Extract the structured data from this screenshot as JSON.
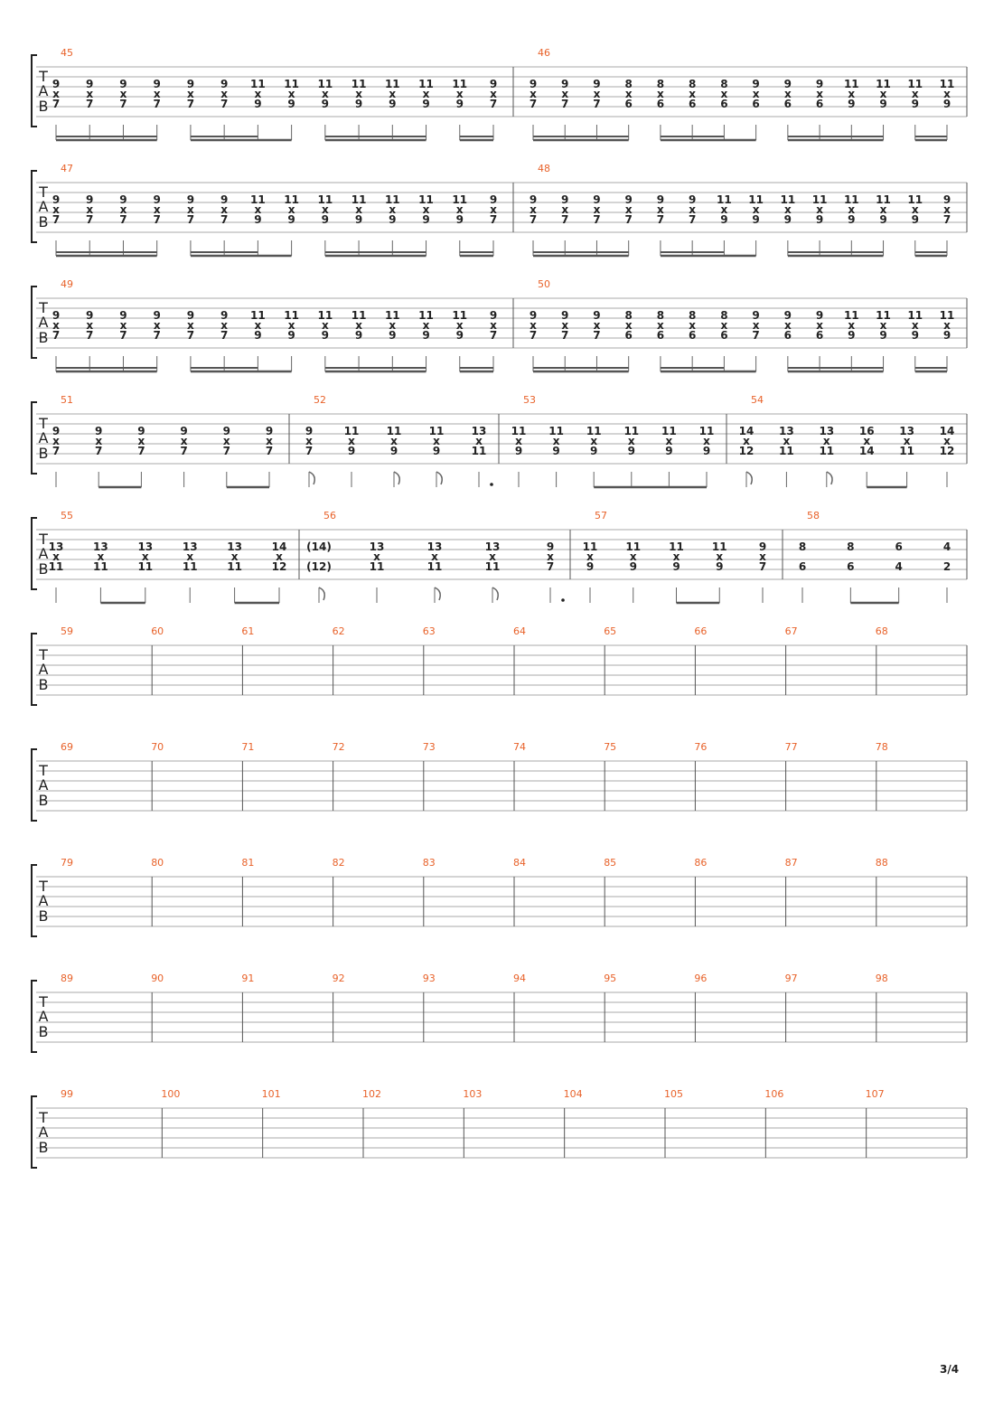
{
  "page": {
    "number": "3/4"
  },
  "clef": {
    "t": "T",
    "a": "A",
    "b": "B"
  },
  "systems": [
    {
      "measures": [
        {
          "number": "45",
          "beats": [
            {
              "s2": "9",
              "s3": "x",
              "s4": "7",
              "stem": "beam8"
            },
            {
              "s2": "9",
              "s3": "x",
              "s4": "7",
              "stem": "beam16"
            },
            {
              "s2": "9",
              "s3": "x",
              "s4": "7",
              "stem": "beam16"
            },
            {
              "s2": "9",
              "s3": "x",
              "s4": "7",
              "stem": "beam16"
            },
            {
              "s2": "9",
              "s3": "x",
              "s4": "7",
              "stem": "beam16"
            },
            {
              "s2": "9",
              "s3": "x",
              "s4": "7",
              "stem": "beam16"
            },
            {
              "s2": "11",
              "s3": "x",
              "s4": "9",
              "stem": "beam16"
            },
            {
              "s2": "11",
              "s3": "x",
              "s4": "9",
              "stem": "beam8"
            },
            {
              "s2": "11",
              "s3": "x",
              "s4": "9",
              "stem": "beam16"
            },
            {
              "s2": "11",
              "s3": "x",
              "s4": "9",
              "stem": "beam16"
            },
            {
              "s2": "11",
              "s3": "x",
              "s4": "9",
              "stem": "beam16"
            },
            {
              "s2": "11",
              "s3": "x",
              "s4": "9",
              "stem": "beam16"
            },
            {
              "s2": "11",
              "s3": "x",
              "s4": "9",
              "stem": "beam16"
            },
            {
              "s2": "9",
              "s3": "x",
              "s4": "7",
              "stem": "beam16"
            }
          ]
        },
        {
          "number": "46",
          "beats": [
            {
              "s2": "9",
              "s3": "x",
              "s4": "7",
              "stem": "beam8"
            },
            {
              "s2": "9",
              "s3": "x",
              "s4": "7",
              "stem": "beam16"
            },
            {
              "s2": "9",
              "s3": "x",
              "s4": "7",
              "stem": "beam16"
            },
            {
              "s2": "8",
              "s3": "x",
              "s4": "6",
              "stem": "beam16"
            },
            {
              "s2": "8",
              "s3": "x",
              "s4": "6",
              "stem": "beam16"
            },
            {
              "s2": "8",
              "s3": "x",
              "s4": "6",
              "stem": "beam16"
            },
            {
              "s2": "8",
              "s3": "x",
              "s4": "6",
              "stem": "beam16"
            },
            {
              "s2": "9",
              "s3": "x",
              "s4": "6",
              "stem": "beam8"
            },
            {
              "s2": "9",
              "s3": "x",
              "s4": "6",
              "stem": "beam16"
            },
            {
              "s2": "9",
              "s3": "x",
              "s4": "6",
              "stem": "beam16"
            },
            {
              "s2": "11",
              "s3": "x",
              "s4": "9",
              "stem": "beam16"
            },
            {
              "s2": "11",
              "s3": "x",
              "s4": "9",
              "stem": "beam16"
            },
            {
              "s2": "11",
              "s3": "x",
              "s4": "9",
              "stem": "beam16"
            },
            {
              "s2": "11",
              "s3": "x",
              "s4": "9",
              "stem": "beam16"
            }
          ]
        }
      ]
    },
    {
      "measures": [
        {
          "number": "47",
          "beats": [
            {
              "s2": "9",
              "s3": "x",
              "s4": "7",
              "stem": "beam8"
            },
            {
              "s2": "9",
              "s3": "x",
              "s4": "7",
              "stem": "beam16"
            },
            {
              "s2": "9",
              "s3": "x",
              "s4": "7",
              "stem": "beam16"
            },
            {
              "s2": "9",
              "s3": "x",
              "s4": "7",
              "stem": "beam16"
            },
            {
              "s2": "9",
              "s3": "x",
              "s4": "7",
              "stem": "beam16"
            },
            {
              "s2": "9",
              "s3": "x",
              "s4": "7",
              "stem": "beam16"
            },
            {
              "s2": "11",
              "s3": "x",
              "s4": "9",
              "stem": "beam16"
            },
            {
              "s2": "11",
              "s3": "x",
              "s4": "9",
              "stem": "beam8"
            },
            {
              "s2": "11",
              "s3": "x",
              "s4": "9",
              "stem": "beam16"
            },
            {
              "s2": "11",
              "s3": "x",
              "s4": "9",
              "stem": "beam16"
            },
            {
              "s2": "11",
              "s3": "x",
              "s4": "9",
              "stem": "beam16"
            },
            {
              "s2": "11",
              "s3": "x",
              "s4": "9",
              "stem": "beam16"
            },
            {
              "s2": "11",
              "s3": "x",
              "s4": "9",
              "stem": "beam16"
            },
            {
              "s2": "9",
              "s3": "x",
              "s4": "7",
              "stem": "beam16"
            }
          ]
        },
        {
          "number": "48",
          "beats": [
            {
              "s2": "9",
              "s3": "x",
              "s4": "7",
              "stem": "beam8"
            },
            {
              "s2": "9",
              "s3": "x",
              "s4": "7",
              "stem": "beam16"
            },
            {
              "s2": "9",
              "s3": "x",
              "s4": "7",
              "stem": "beam16"
            },
            {
              "s2": "9",
              "s3": "x",
              "s4": "7",
              "stem": "beam16"
            },
            {
              "s2": "9",
              "s3": "x",
              "s4": "7",
              "stem": "beam16"
            },
            {
              "s2": "9",
              "s3": "x",
              "s4": "7",
              "stem": "beam16"
            },
            {
              "s2": "11",
              "s3": "x",
              "s4": "9",
              "stem": "beam16"
            },
            {
              "s2": "11",
              "s3": "x",
              "s4": "9",
              "stem": "beam8"
            },
            {
              "s2": "11",
              "s3": "x",
              "s4": "9",
              "stem": "beam16"
            },
            {
              "s2": "11",
              "s3": "x",
              "s4": "9",
              "stem": "beam16"
            },
            {
              "s2": "11",
              "s3": "x",
              "s4": "9",
              "stem": "beam16"
            },
            {
              "s2": "11",
              "s3": "x",
              "s4": "9",
              "stem": "beam16"
            },
            {
              "s2": "11",
              "s3": "x",
              "s4": "9",
              "stem": "beam16"
            },
            {
              "s2": "9",
              "s3": "x",
              "s4": "7",
              "stem": "beam16"
            }
          ]
        }
      ]
    },
    {
      "measures": [
        {
          "number": "49",
          "beats": [
            {
              "s2": "9",
              "s3": "x",
              "s4": "7",
              "stem": "beam8"
            },
            {
              "s2": "9",
              "s3": "x",
              "s4": "7",
              "stem": "beam16"
            },
            {
              "s2": "9",
              "s3": "x",
              "s4": "7",
              "stem": "beam16"
            },
            {
              "s2": "9",
              "s3": "x",
              "s4": "7",
              "stem": "beam16"
            },
            {
              "s2": "9",
              "s3": "x",
              "s4": "7",
              "stem": "beam16"
            },
            {
              "s2": "9",
              "s3": "x",
              "s4": "7",
              "stem": "beam16"
            },
            {
              "s2": "11",
              "s3": "x",
              "s4": "9",
              "stem": "beam16"
            },
            {
              "s2": "11",
              "s3": "x",
              "s4": "9",
              "stem": "beam8"
            },
            {
              "s2": "11",
              "s3": "x",
              "s4": "9",
              "stem": "beam16"
            },
            {
              "s2": "11",
              "s3": "x",
              "s4": "9",
              "stem": "beam16"
            },
            {
              "s2": "11",
              "s3": "x",
              "s4": "9",
              "stem": "beam16"
            },
            {
              "s2": "11",
              "s3": "x",
              "s4": "9",
              "stem": "beam16"
            },
            {
              "s2": "11",
              "s3": "x",
              "s4": "9",
              "stem": "beam16"
            },
            {
              "s2": "9",
              "s3": "x",
              "s4": "7",
              "stem": "beam16"
            }
          ]
        },
        {
          "number": "50",
          "beats": [
            {
              "s2": "9",
              "s3": "x",
              "s4": "7",
              "stem": "beam8"
            },
            {
              "s2": "9",
              "s3": "x",
              "s4": "7",
              "stem": "beam16"
            },
            {
              "s2": "9",
              "s3": "x",
              "s4": "7",
              "stem": "beam16"
            },
            {
              "s2": "8",
              "s3": "x",
              "s4": "6",
              "stem": "beam16"
            },
            {
              "s2": "8",
              "s3": "x",
              "s4": "6",
              "stem": "beam16"
            },
            {
              "s2": "8",
              "s3": "x",
              "s4": "6",
              "stem": "beam16"
            },
            {
              "s2": "8",
              "s3": "x",
              "s4": "6",
              "stem": "beam16"
            },
            {
              "s2": "9",
              "s3": "x",
              "s4": "7",
              "stem": "beam8"
            },
            {
              "s2": "9",
              "s3": "x",
              "s4": "6",
              "stem": "beam16"
            },
            {
              "s2": "9",
              "s3": "x",
              "s4": "6",
              "stem": "beam16"
            },
            {
              "s2": "11",
              "s3": "x",
              "s4": "9",
              "stem": "beam16"
            },
            {
              "s2": "11",
              "s3": "x",
              "s4": "9",
              "stem": "beam16"
            },
            {
              "s2": "11",
              "s3": "x",
              "s4": "9",
              "stem": "beam16"
            },
            {
              "s2": "11",
              "s3": "x",
              "s4": "9",
              "stem": "beam16"
            }
          ]
        }
      ]
    },
    {
      "measures": [
        {
          "number": "51",
          "beats": [
            {
              "s2": "9",
              "s3": "x",
              "s4": "7",
              "stem": "q"
            },
            {
              "s2": "9",
              "s3": "x",
              "s4": "7",
              "stem": "beam8"
            },
            {
              "s2": "9",
              "s3": "x",
              "s4": "7",
              "stem": "beam8"
            },
            {
              "s2": "9",
              "s3": "x",
              "s4": "7",
              "stem": "q"
            },
            {
              "s2": "9",
              "s3": "x",
              "s4": "7",
              "stem": "beam8"
            },
            {
              "s2": "9",
              "s3": "x",
              "s4": "7",
              "stem": "beam8"
            }
          ]
        },
        {
          "number": "52",
          "beats": [
            {
              "s2": "9",
              "s3": "x",
              "s4": "7",
              "stem": "flag"
            },
            {
              "s2": "11",
              "s3": "x",
              "s4": "9",
              "stem": "q"
            },
            {
              "s2": "11",
              "s3": "x",
              "s4": "9",
              "stem": "flag"
            },
            {
              "s2": "11",
              "s3": "x",
              "s4": "9",
              "stem": "flag"
            },
            {
              "s2": "13",
              "s3": "x",
              "s4": "11",
              "stem": "dot"
            }
          ]
        },
        {
          "number": "53",
          "beats": [
            {
              "s2": "11",
              "s3": "x",
              "s4": "9",
              "stem": "q"
            },
            {
              "s2": "11",
              "s3": "x",
              "s4": "9",
              "stem": "q"
            },
            {
              "s2": "11",
              "s3": "x",
              "s4": "9",
              "stem": "beam8"
            },
            {
              "s2": "11",
              "s3": "x",
              "s4": "9",
              "stem": "beam8"
            },
            {
              "s2": "11",
              "s3": "x",
              "s4": "9",
              "stem": "beam8"
            },
            {
              "s2": "11",
              "s3": "x",
              "s4": "9",
              "stem": "beam8"
            }
          ]
        },
        {
          "number": "54",
          "beats": [
            {
              "s2": "14",
              "s3": "x",
              "s4": "12",
              "stem": "flag"
            },
            {
              "s2": "13",
              "s3": "x",
              "s4": "11",
              "stem": "q"
            },
            {
              "s2": "13",
              "s3": "x",
              "s4": "11",
              "stem": "flag"
            },
            {
              "s2": "16",
              "s3": "x",
              "s4": "14",
              "stem": "beam8"
            },
            {
              "s2": "13",
              "s3": "x",
              "s4": "11",
              "stem": "beam8"
            },
            {
              "s2": "14",
              "s3": "x",
              "s4": "12",
              "stem": "q"
            }
          ]
        }
      ]
    },
    {
      "measures": [
        {
          "number": "55",
          "beats": [
            {
              "s2": "13",
              "s3": "x",
              "s4": "11",
              "stem": "q"
            },
            {
              "s2": "13",
              "s3": "x",
              "s4": "11",
              "stem": "beam8"
            },
            {
              "s2": "13",
              "s3": "x",
              "s4": "11",
              "stem": "beam8"
            },
            {
              "s2": "13",
              "s3": "x",
              "s4": "11",
              "stem": "q"
            },
            {
              "s2": "13",
              "s3": "x",
              "s4": "11",
              "stem": "beam8"
            },
            {
              "s2": "14",
              "s3": "x",
              "s4": "12",
              "stem": "beam8"
            }
          ]
        },
        {
          "number": "56",
          "beats": [
            {
              "s2": "(14)",
              "s3": "",
              "s4": "(12)",
              "stem": "flag"
            },
            {
              "s2": "13",
              "s3": "x",
              "s4": "11",
              "stem": "q"
            },
            {
              "s2": "13",
              "s3": "x",
              "s4": "11",
              "stem": "flag"
            },
            {
              "s2": "13",
              "s3": "x",
              "s4": "11",
              "stem": "flag"
            },
            {
              "s2": "9",
              "s3": "x",
              "s4": "7",
              "stem": "dot"
            }
          ]
        },
        {
          "number": "57",
          "beats": [
            {
              "s2": "11",
              "s3": "x",
              "s4": "9",
              "stem": "q"
            },
            {
              "s2": "11",
              "s3": "x",
              "s4": "9",
              "stem": "q"
            },
            {
              "s2": "11",
              "s3": "x",
              "s4": "9",
              "stem": "beam8"
            },
            {
              "s2": "11",
              "s3": "x",
              "s4": "9",
              "stem": "beam8"
            },
            {
              "s2": "9",
              "s3": "x",
              "s4": "7",
              "stem": "q"
            }
          ]
        },
        {
          "number": "58",
          "beats": [
            {
              "s2": "8",
              "s3": "",
              "s4": "6",
              "stem": "q"
            },
            {
              "s2": "8",
              "s3": "",
              "s4": "6",
              "stem": "beam8"
            },
            {
              "s2": "6",
              "s3": "",
              "s4": "4",
              "stem": "beam8"
            },
            {
              "s2": "4",
              "s3": "",
              "s4": "2",
              "stem": "q"
            }
          ]
        }
      ]
    },
    {
      "empty_measures": [
        "59",
        "60",
        "61",
        "62",
        "63",
        "64",
        "65",
        "66",
        "67",
        "68"
      ]
    },
    {
      "empty_measures": [
        "69",
        "70",
        "71",
        "72",
        "73",
        "74",
        "75",
        "76",
        "77",
        "78"
      ]
    },
    {
      "empty_measures": [
        "79",
        "80",
        "81",
        "82",
        "83",
        "84",
        "85",
        "86",
        "87",
        "88"
      ]
    },
    {
      "empty_measures": [
        "89",
        "90",
        "91",
        "92",
        "93",
        "94",
        "95",
        "96",
        "97",
        "98"
      ]
    },
    {
      "empty_measures": [
        "99",
        "100",
        "101",
        "102",
        "103",
        "104",
        "105",
        "106",
        "107"
      ]
    }
  ]
}
